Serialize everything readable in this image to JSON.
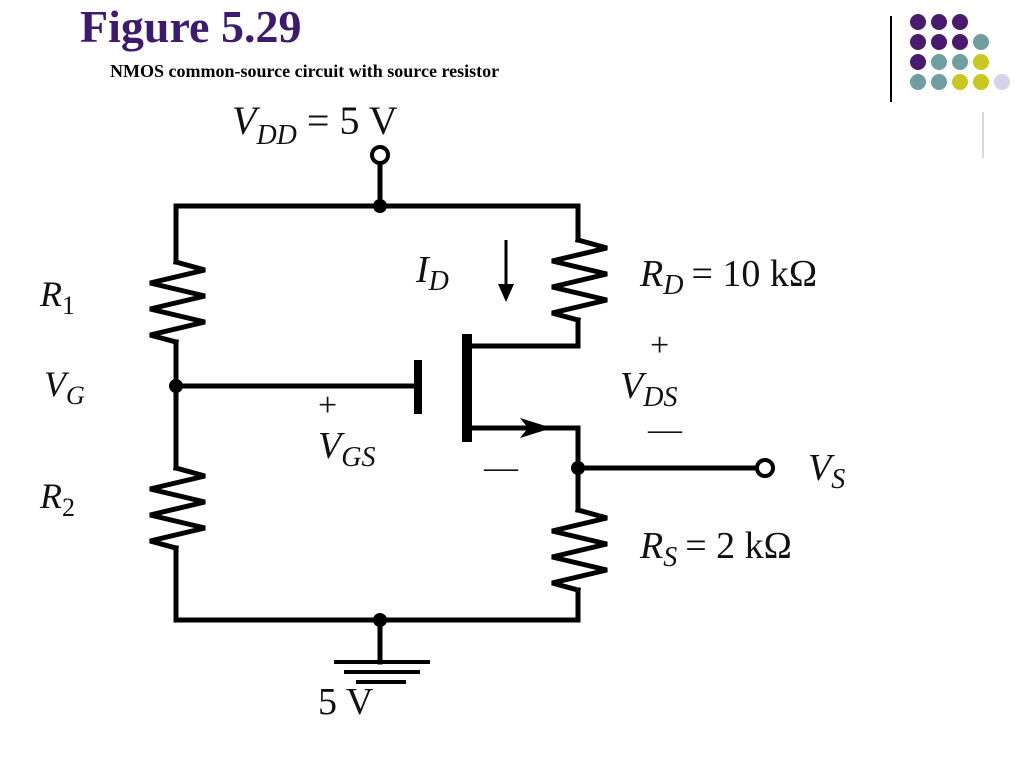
{
  "slide": {
    "title": "Figure 5.29",
    "subtitle": "NMOS common-source circuit with source resistor"
  },
  "colors": {
    "title": "#3d1a6e",
    "dot_purple": "#4a1a6e",
    "dot_teal": "#6f9ea0",
    "dot_yellow": "#c8c820",
    "dot_lavender": "#d4d4e8"
  },
  "decoration": {
    "dot_rows": [
      [
        "purple",
        "purple",
        "purple"
      ],
      [
        "purple",
        "purple",
        "purple",
        "teal"
      ],
      [
        "purple",
        "teal",
        "teal",
        "yellow"
      ],
      [
        "teal",
        "teal",
        "yellow",
        "yellow",
        "lavender"
      ]
    ]
  },
  "circuit": {
    "supply": {
      "symbol": "V",
      "sub": "DD",
      "value": "= 5 V"
    },
    "ground_label": "5 V",
    "r1": {
      "symbol": "R",
      "sub": "1"
    },
    "r2": {
      "symbol": "R",
      "sub": "2"
    },
    "vg": {
      "symbol": "V",
      "sub": "G"
    },
    "id": {
      "symbol": "I",
      "sub": "D",
      "arrow": "↓"
    },
    "rd": {
      "symbol": "R",
      "sub": "D",
      "value": "= 10 kΩ"
    },
    "rs": {
      "symbol": "R",
      "sub": "S",
      "value": "= 2 kΩ"
    },
    "vds": {
      "symbol": "V",
      "sub": "DS",
      "plus": "+",
      "minus": "—"
    },
    "vgs": {
      "symbol": "V",
      "sub": "GS",
      "plus": "+",
      "minus": "—"
    },
    "vs": {
      "symbol": "V",
      "sub": "S"
    }
  }
}
